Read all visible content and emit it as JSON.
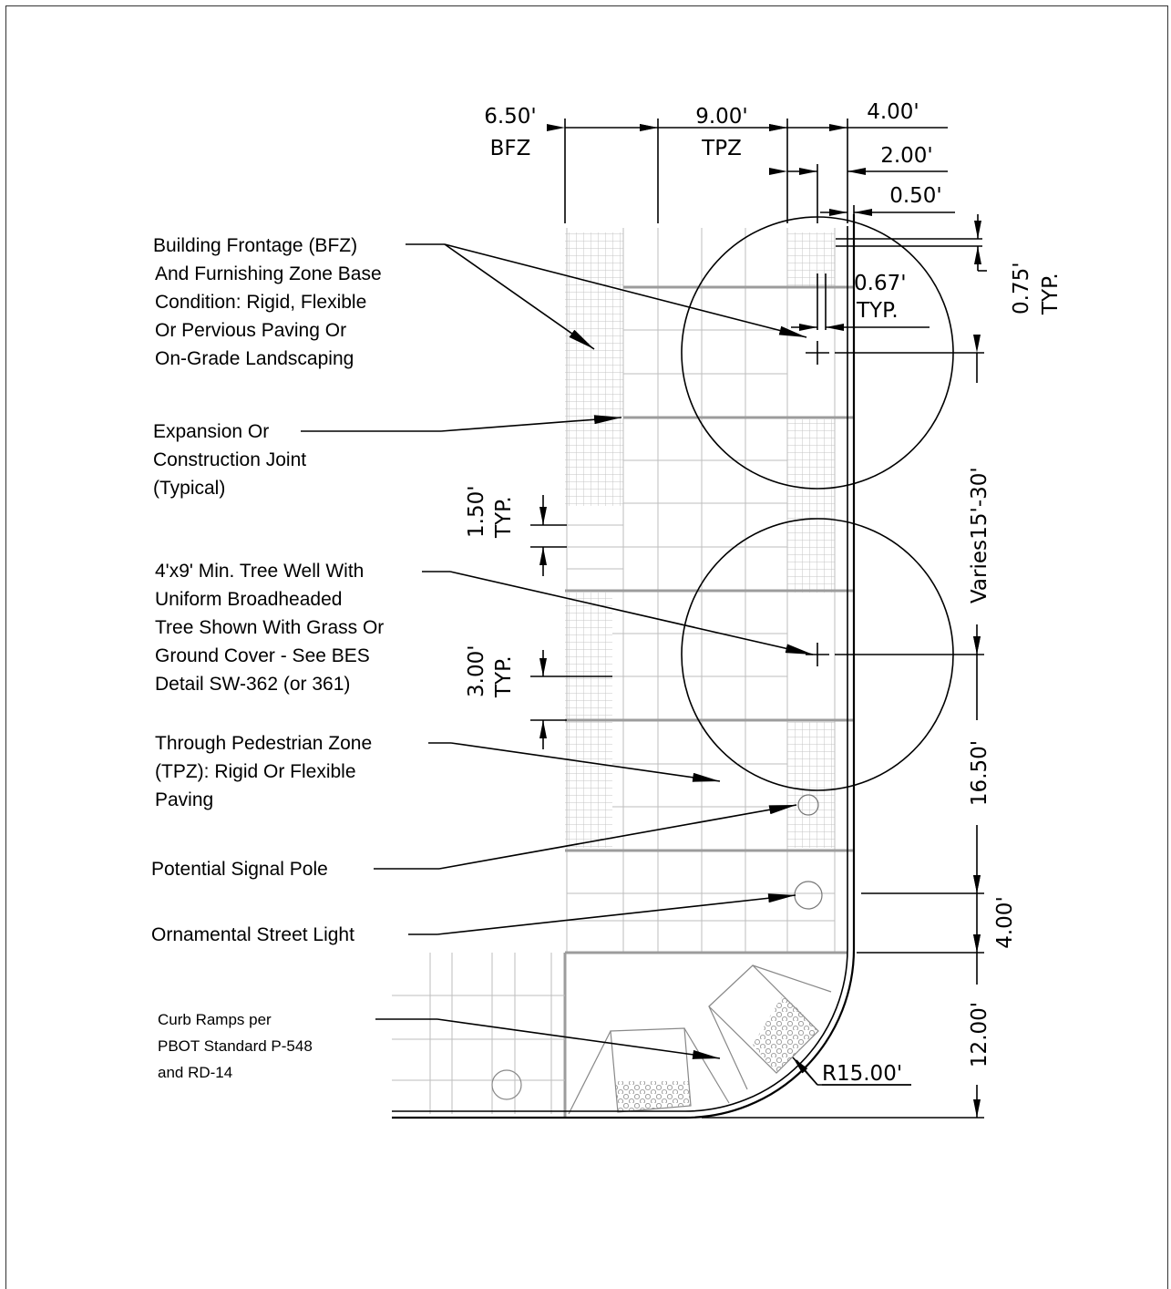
{
  "dimensions_top": {
    "bfz_value": "6.50'",
    "bfz_label": "BFZ",
    "tpz_value": "9.00'",
    "tpz_label": "TPZ",
    "d4": "4.00'",
    "d2": "2.00'",
    "d05": "0.50'"
  },
  "dimensions_inner": {
    "d067": "0.67'",
    "d067_typ": "TYP.",
    "d075": "0.75'",
    "d075_typ": "TYP.",
    "d150": "1.50'",
    "d150_typ": "TYP.",
    "d300": "3.00'",
    "d300_typ": "TYP."
  },
  "dimensions_right": {
    "spacing": "15'-30'",
    "varies": "Varies",
    "d1650": "16.50'",
    "d400": "4.00'",
    "d1200": "12.00'",
    "radius": "R15.00'"
  },
  "callouts": {
    "bfz": [
      "Building Frontage (BFZ)",
      "And Furnishing Zone Base",
      "Condition: Rigid, Flexible",
      "Or Pervious Paving Or",
      "On-Grade Landscaping"
    ],
    "joint": [
      "Expansion Or",
      "Construction Joint",
      "(Typical)"
    ],
    "tree_well": [
      "4'x9' Min. Tree Well With",
      "Uniform Broadheaded",
      "Tree Shown With Grass Or",
      "Ground Cover - See BES",
      "Detail SW-362 (or 361)"
    ],
    "tpz": [
      "Through Pedestrian Zone",
      "(TPZ): Rigid Or Flexible",
      "Paving"
    ],
    "signal_pole": [
      "Potential Signal Pole"
    ],
    "street_light": [
      "Ornamental Street Light"
    ],
    "curb_ramps": [
      "Curb Ramps per",
      "PBOT Standard P-548",
      "and RD-14"
    ]
  },
  "colors": {
    "line": "#000000",
    "grid": "#bdbdbd",
    "joint": "#9c9c9c"
  }
}
